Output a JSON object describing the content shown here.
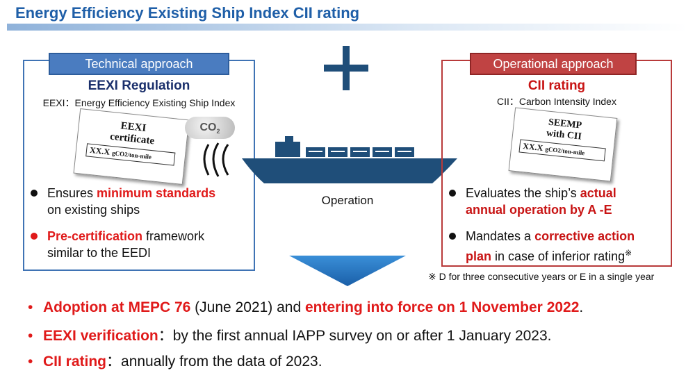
{
  "title": "Energy Efficiency Existing Ship Index CII rating",
  "technical": {
    "tab_label": "Technical approach",
    "heading": "EEXI Regulation",
    "subheading": "EEXI：Energy Efficiency Existing Ship Index",
    "certificate": {
      "line1": "EEXI",
      "line2": "certificate",
      "value": "XX.X",
      "unit": "gCO2/ton-mile"
    },
    "co2_label": "CO",
    "co2_sub": "2",
    "bullet1": {
      "pre": "Ensures ",
      "highlight": "minimum standards",
      "post": "on existing ships"
    },
    "bullet2": {
      "highlight": "Pre-certification",
      "post1": " framework",
      "post2": "similar to the EEDI"
    }
  },
  "plus_symbol": "+",
  "operation_label": "Operation",
  "operational": {
    "tab_label": "Operational approach",
    "heading": "CII rating",
    "subheading": "CII：Carbon Intensity Index",
    "certificate": {
      "line1": "SEEMP",
      "line2": "with CII",
      "value": "XX.X",
      "unit": "gCO2/ton-mile"
    },
    "bullet1": {
      "pre": "Evaluates the ship’s ",
      "highlight1": "actual",
      "highlight2": "annual operation by A -E"
    },
    "bullet2": {
      "pre": "Mandates a ",
      "highlight1": "corrective action",
      "highlight2": "plan",
      "post": " in case of inferior rating",
      "mark": "※"
    }
  },
  "footnote": "※  D for three consecutive years or E in a single year",
  "bottom": [
    {
      "bullet": "•",
      "h1": "Adoption at MEPC 76",
      "t1": " (June 2021) and ",
      "h2": "entering into force on 1 November 2022",
      "t2": "."
    },
    {
      "bullet": "•",
      "h1": "EEXI verification",
      "t1": "：by the first annual IAPP survey on or after 1 January 2023."
    },
    {
      "bullet": "•",
      "h1": "CII rating",
      "t1": "：annually from the data of 2023."
    }
  ],
  "colors": {
    "title": "#1f5fa8",
    "tech": "#3f73b4",
    "ops": "#b83a3a",
    "highlight": "#e01a1a",
    "ship": "#1f4e79"
  }
}
